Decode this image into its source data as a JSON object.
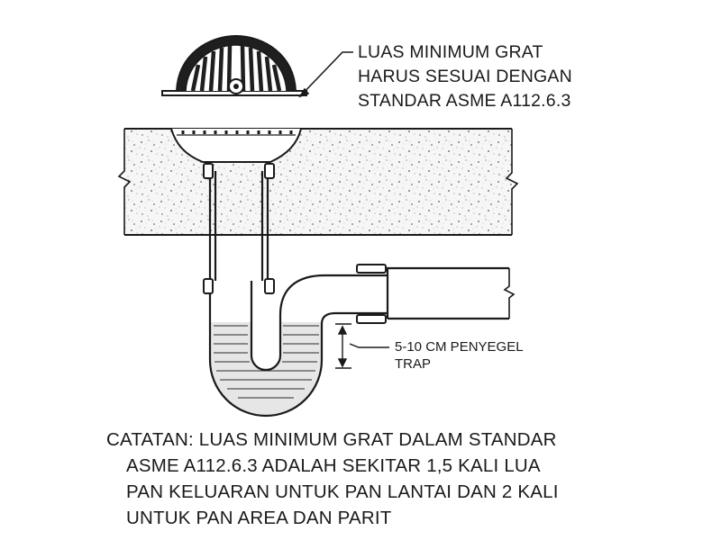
{
  "callout": {
    "lines": [
      "LUAS MINIMUM GRAT",
      "HARUS SESUAI DENGAN",
      "STANDAR ASME A112.6.3"
    ]
  },
  "seal_label": {
    "lines": [
      "5-10 CM PENYEGEL",
      "TRAP"
    ]
  },
  "note": {
    "lines": [
      "CATATAN: LUAS MINIMUM  GRAT DALAM STANDAR",
      "ASME A112.6.3 ADALAH SEKITAR 1,5 KALI LUA",
      "PAN KELUARAN UNTUK PAN LANTAI DAN 2 KALI",
      "UNTUK PAN AREA DAN PARIT"
    ]
  },
  "colors": {
    "line": "#1a1a1a",
    "slab_fill": "#f4f4f4",
    "water_fill": "#e6e6e6"
  }
}
